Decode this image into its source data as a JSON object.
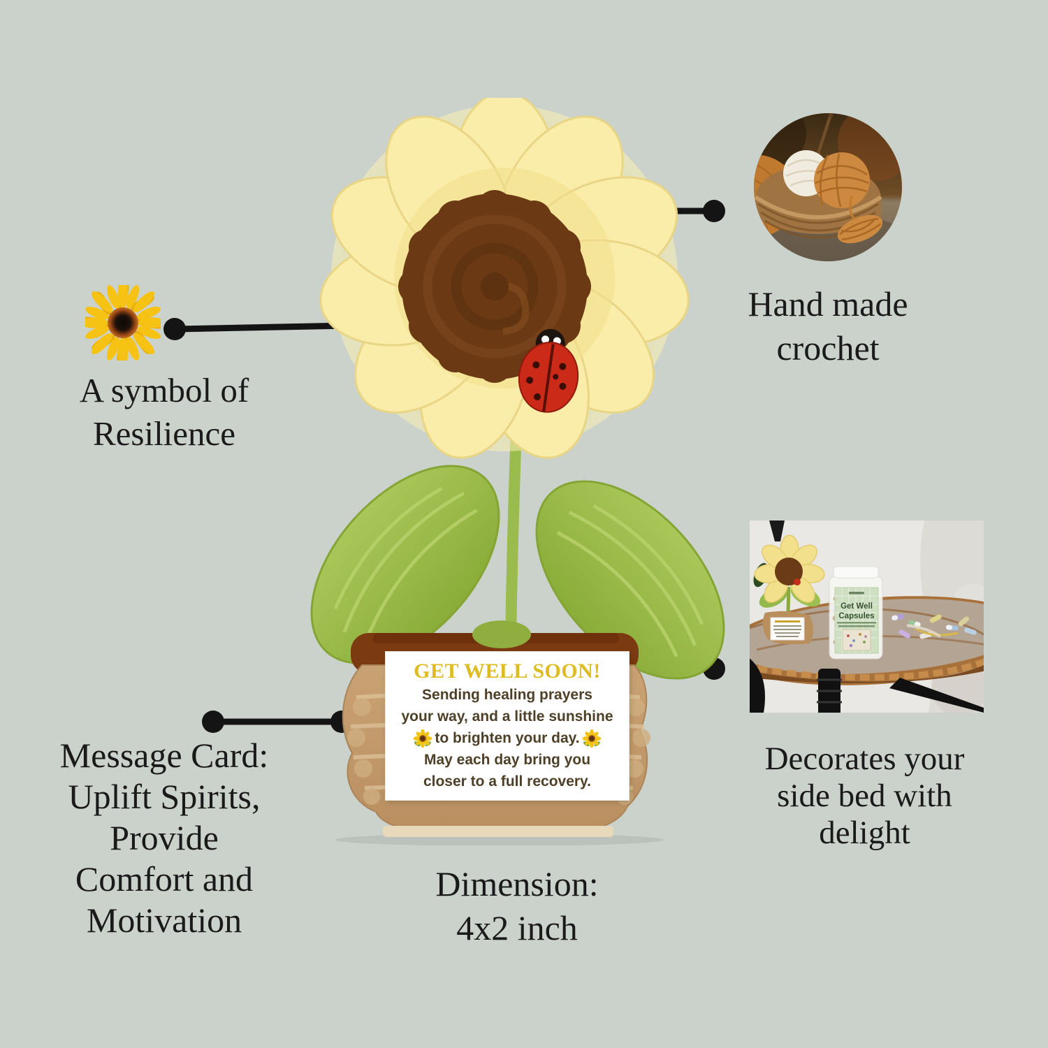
{
  "page": {
    "background_color": "#cbd2cb",
    "connector_color": "#141414"
  },
  "callouts": {
    "resilience": {
      "icon": "sunflower-icon",
      "lines": [
        "A symbol  of",
        "Resilience"
      ]
    },
    "handmade": {
      "lines": [
        "Hand made",
        "crochet"
      ]
    },
    "message_card": {
      "lines": [
        "Message Card:",
        "Uplift Spirits,",
        "Provide",
        "Comfort and",
        "Motivation"
      ]
    },
    "decorates": {
      "lines": [
        "Decorates your",
        "side bed with",
        "delight"
      ]
    },
    "dimension": {
      "lines": [
        "Dimension:",
        "4x2 inch"
      ]
    }
  },
  "message_card": {
    "title": "GET WELL SOON!",
    "title_color": "#dfbb22",
    "body_color": "#4e3f27",
    "line1": "Sending healing prayers",
    "line2": "your way, and a little sunshine",
    "line3": "to brighten your day.",
    "line4": "May each day bring you",
    "line5": "closer to a full recovery."
  },
  "bedside_photo": {
    "jar_label_line1": "Get Well",
    "jar_label_line2": "Capsules"
  },
  "product_colors": {
    "petal_yellow": "#f8ecA6",
    "disc_brown": "#6b3a14",
    "leaf_green": "#9ebf4a",
    "pot_tan": "#c49c6e",
    "pot_rim_brown": "#7c3a10",
    "ladybug_red": "#cc2a18"
  }
}
